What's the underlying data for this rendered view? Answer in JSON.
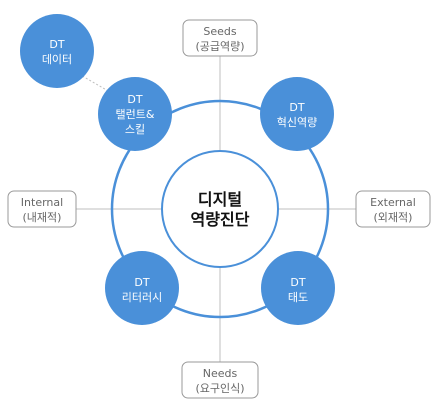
{
  "colors": {
    "node_fill": "#4a90d9",
    "ring_stroke": "#4a90d9",
    "axis_line": "#bfbfbf",
    "label_border": "#9a9a9a",
    "label_text": "#666666",
    "center_text": "#111111"
  },
  "center": {
    "line1": "디지털",
    "line2": "역량진단"
  },
  "axes": {
    "top": {
      "line1": "Seeds",
      "line2": "(공급역량)"
    },
    "bottom": {
      "line1": "Needs",
      "line2": "(요구인식)"
    },
    "left": {
      "line1": "Internal",
      "line2": "(내재적)"
    },
    "right": {
      "line1": "External",
      "line2": "(외재적)"
    }
  },
  "nodes": {
    "data": {
      "line1": "DT",
      "line2": "데이터"
    },
    "talent": {
      "line1": "DT",
      "line2": "탤런트&",
      "line3": "스킬"
    },
    "innovation": {
      "line1": "DT",
      "line2": "혁신역량"
    },
    "literacy": {
      "line1": "DT",
      "line2": "리터러시"
    },
    "attitude": {
      "line1": "DT",
      "line2": "태도"
    }
  }
}
